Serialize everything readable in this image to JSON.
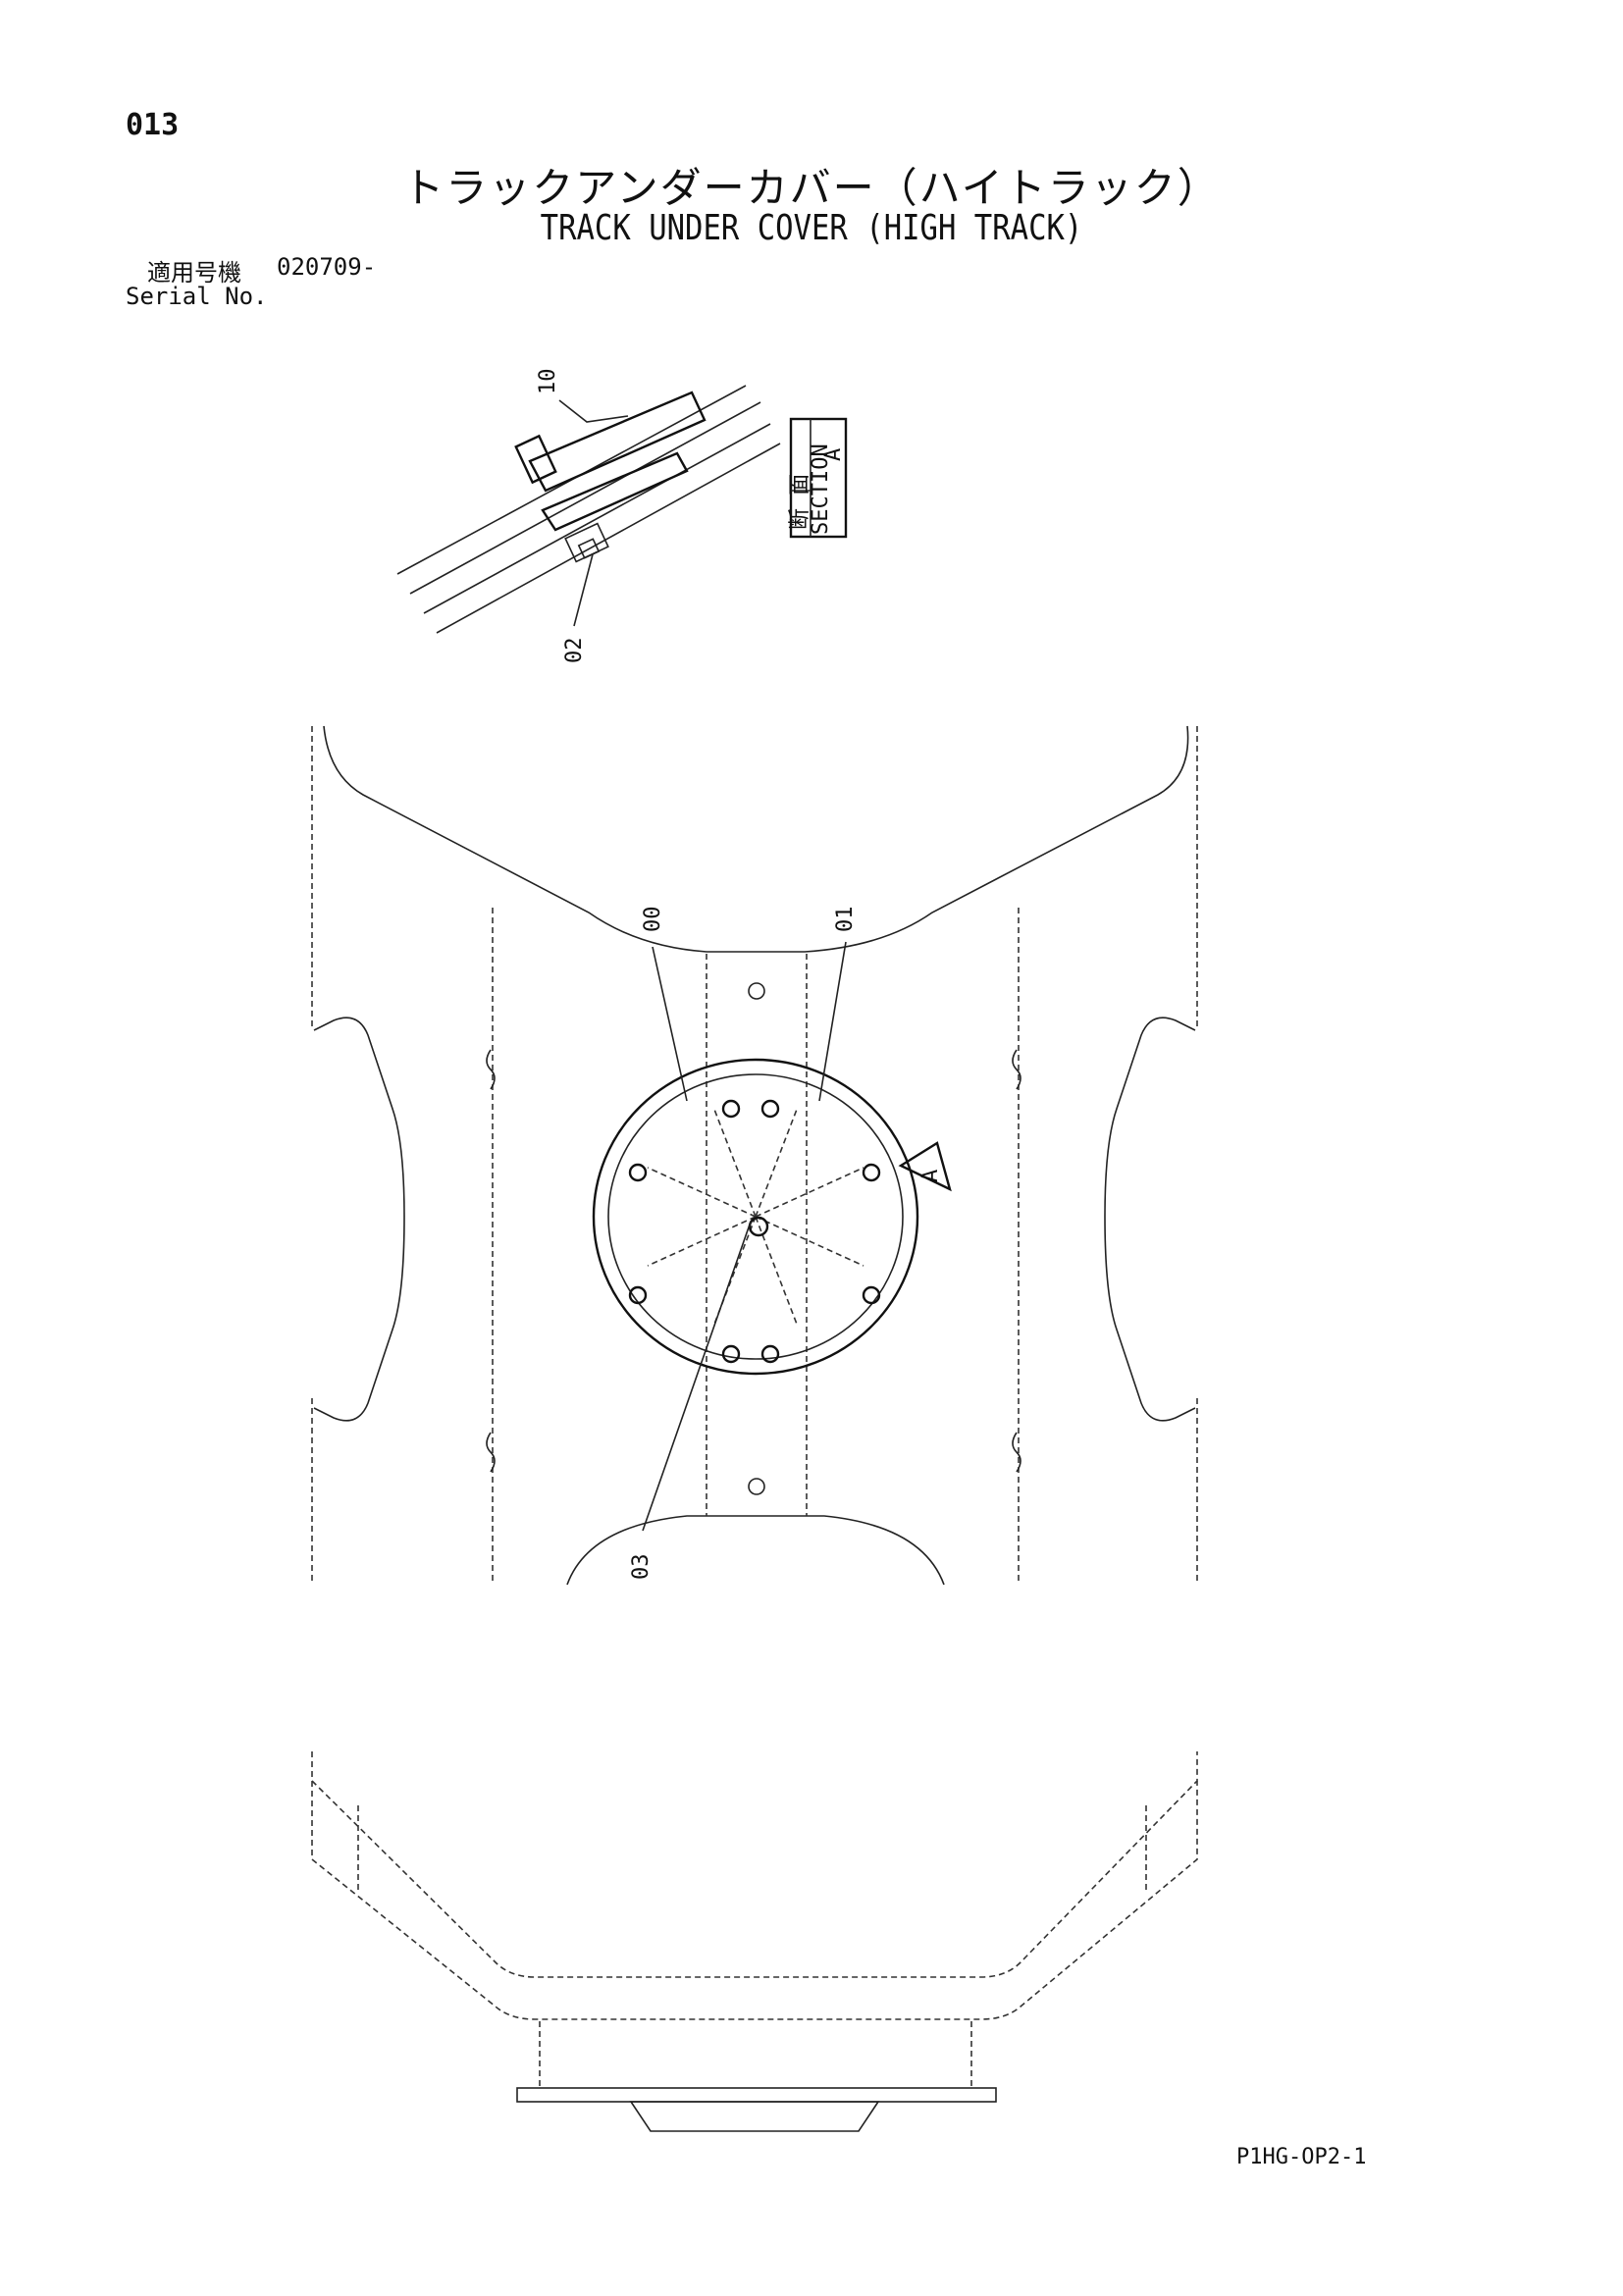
{
  "header": {
    "page_number": "013",
    "title_japanese": "トラックアンダーカバー（ハイトラック）",
    "title_english": "TRACK UNDER COVER (HIGH TRACK)",
    "serial_label_japanese": "適用号機",
    "serial_value": "020709-",
    "serial_label_english": "Serial No."
  },
  "section_view": {
    "tag_letter": "A",
    "tag_japanese": "断 面",
    "tag_english": "SECTION",
    "callouts": [
      "10",
      "02"
    ]
  },
  "plan_view": {
    "callouts": [
      "00",
      "01",
      "03"
    ],
    "section_marker_letter": "A"
  },
  "footer": {
    "drawing_code": "P1HG-OP2-1"
  }
}
